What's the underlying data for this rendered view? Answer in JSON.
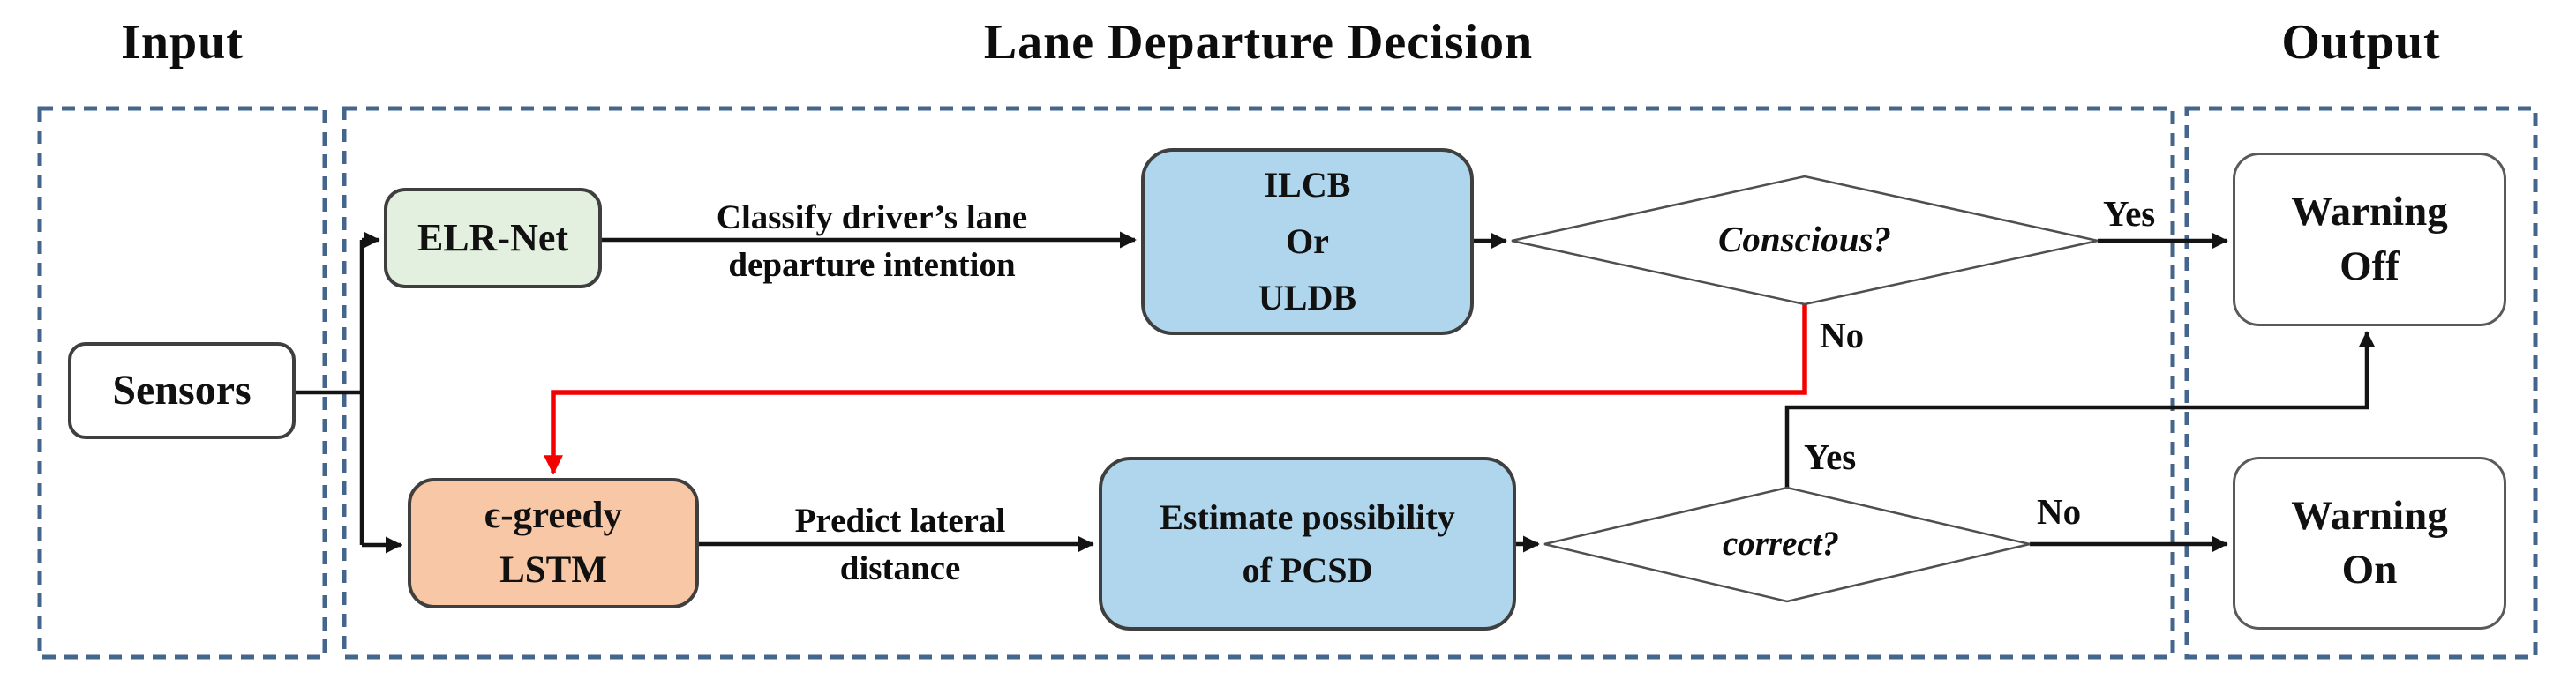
{
  "titles": {
    "input": "Input",
    "middle": "Lane Departure Decision",
    "output": "Output"
  },
  "nodes": {
    "sensors": {
      "label": "Sensors"
    },
    "elr_net": {
      "label": "ELR-Net"
    },
    "ilcb": {
      "line1": "ILCB",
      "line2": "Or",
      "line3": "ULDB"
    },
    "epsilon_lstm": {
      "line1": "ϵ-greedy",
      "line2": "LSTM"
    },
    "estimate_pcsd": {
      "line1": "Estimate possibility",
      "line2": "of PCSD"
    },
    "warning_off": {
      "line1": "Warning",
      "line2": "Off"
    },
    "warning_on": {
      "line1": "Warning",
      "line2": "On"
    }
  },
  "decisions": {
    "conscious": {
      "label": "Conscious?",
      "yes": "Yes",
      "no": "No"
    },
    "correct": {
      "label": "correct?",
      "yes": "Yes",
      "no": "No"
    }
  },
  "edge_labels": {
    "classify": {
      "line1": "Classify driver’s lane",
      "line2": "departure intention"
    },
    "predict": {
      "line1": "Predict lateral",
      "line2": "distance"
    }
  },
  "colors": {
    "node_green": "#E3EFDF",
    "node_blue": "#AFD6EC",
    "node_orange": "#F8C8A6",
    "dashed_border": "#44658C",
    "line": "#141414",
    "redirect_line": "#F40000"
  }
}
